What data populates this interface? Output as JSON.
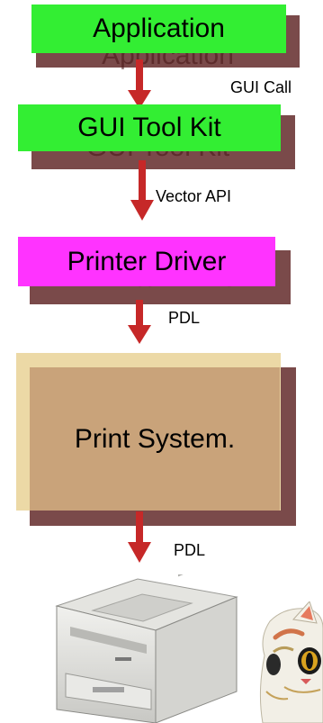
{
  "colors": {
    "green": "#33ee33",
    "magenta": "#ff33ff",
    "tan": "#c9a37a",
    "tan_back": "#ecd9a6",
    "shadow": "#7a4a4a",
    "arrow": "#c62828"
  },
  "boxes": {
    "application": "Application",
    "gui_toolkit": "GUI Tool Kit",
    "printer_driver": "Printer Driver",
    "print_system": "Print System."
  },
  "edges": {
    "gui_call": "GUI Call",
    "vector_api": "Vector API",
    "pdl_1": "PDL",
    "pdl_2": "PDL"
  },
  "images": {
    "printer": "printer-image",
    "figurine": "lucky-cat-figurine"
  }
}
